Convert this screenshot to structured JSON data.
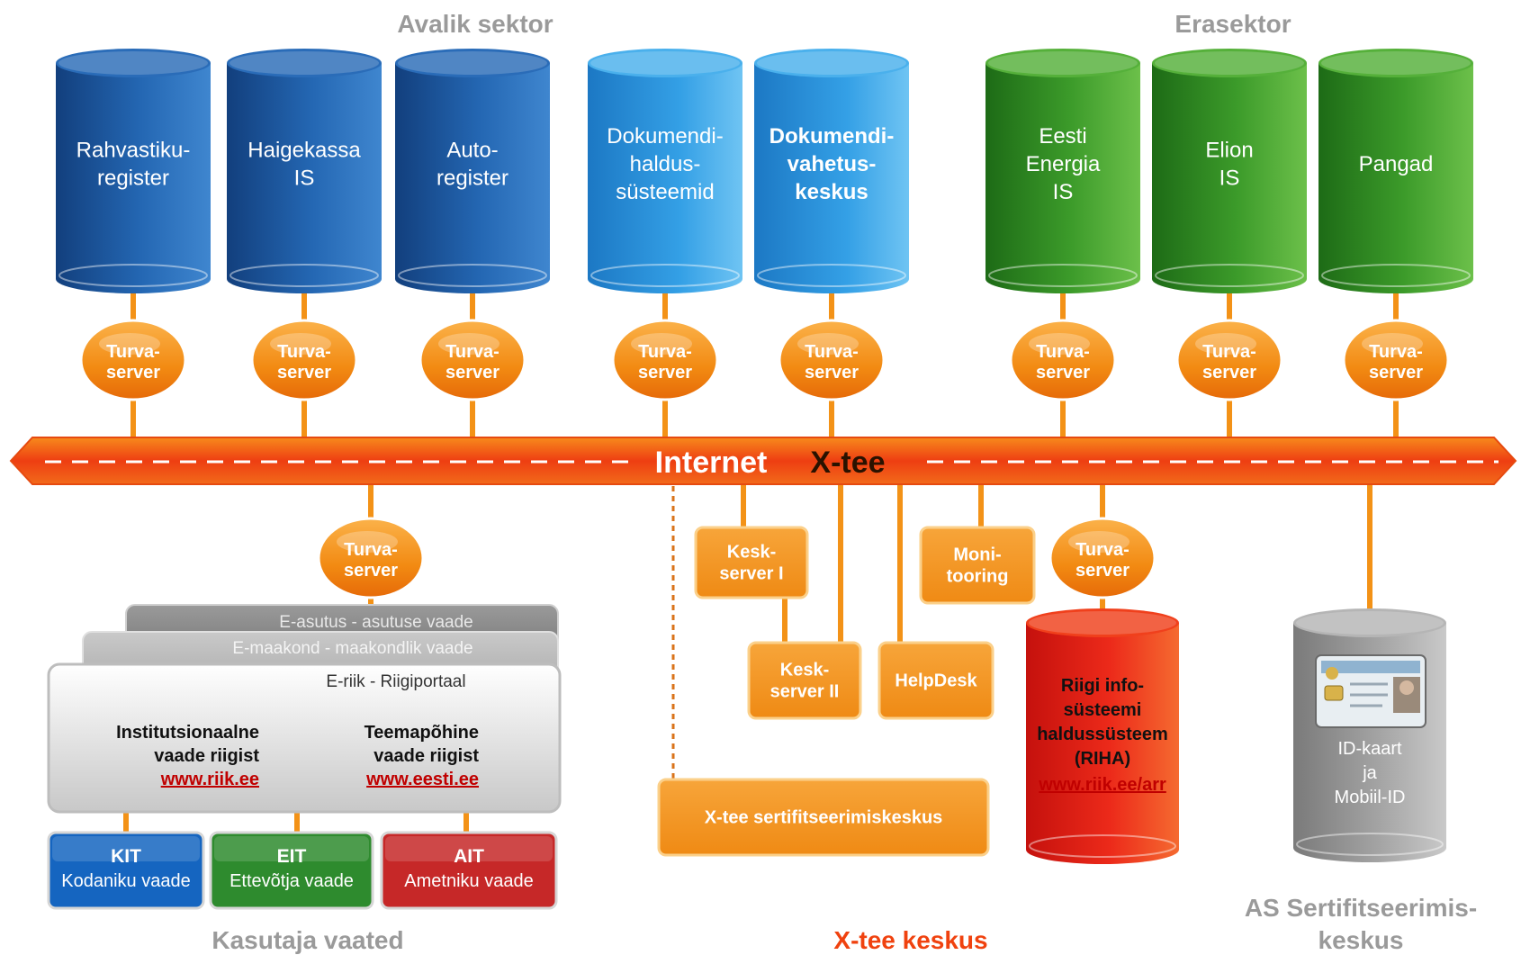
{
  "sections": {
    "public": "Avalik sektor",
    "private": "Erasektor",
    "user_views": "Kasutaja vaated",
    "xtee_center": "X-tee keskus",
    "cert_center": [
      "AS Sertifitseerimis-",
      "keskus"
    ]
  },
  "databases": [
    {
      "lines": [
        "Rahvastiku-",
        "register"
      ],
      "group": "public"
    },
    {
      "lines": [
        "Haigekassa",
        "IS"
      ],
      "group": "public"
    },
    {
      "lines": [
        "Auto-",
        "register"
      ],
      "group": "public"
    },
    {
      "lines": [
        "Dokumendi-",
        "haldus-",
        "süsteemid"
      ],
      "group": "document"
    },
    {
      "lines": [
        "Dokumendi-",
        "vahetus-",
        "keskus"
      ],
      "group": "document"
    },
    {
      "lines": [
        "Eesti",
        "Energia",
        "IS"
      ],
      "group": "private"
    },
    {
      "lines": [
        "Elion",
        "IS"
      ],
      "group": "private"
    },
    {
      "lines": [
        "Pangad"
      ],
      "group": "private"
    }
  ],
  "security_server": [
    "Turva-",
    "server"
  ],
  "bus": {
    "left": "Internet",
    "right": "X-tee"
  },
  "portal_layers": [
    "E-asutus - asutuse vaade",
    "E-maakond - maakondlik vaade",
    "E-riik - Riigiportaal"
  ],
  "portal_views": [
    {
      "lines": [
        "Institutsionaalne",
        "vaade riigist"
      ],
      "link": "www.riik.ee"
    },
    {
      "lines": [
        "Teemapõhine",
        "vaade riigist"
      ],
      "link": "www.eesti.ee"
    }
  ],
  "user_view_boxes": [
    {
      "code": "KIT",
      "label": "Kodaniku vaade",
      "color": "#1565c0"
    },
    {
      "code": "EIT",
      "label": "Ettevõtja vaade",
      "color": "#2e8b2e"
    },
    {
      "code": "AIT",
      "label": "Ametniku vaade",
      "color": "#c62828"
    }
  ],
  "xtee_boxes": {
    "keskserver1": [
      "Kesk-",
      "server I"
    ],
    "keskserver2": [
      "Kesk-",
      "server II"
    ],
    "helpdesk": [
      "HelpDesk"
    ],
    "monitoring": [
      "Moni-",
      "tooring"
    ],
    "cert": [
      "X-tee sertifitseerimiskeskus"
    ]
  },
  "riha": {
    "lines": [
      "Riigi info-",
      "süsteemi",
      "haldussüsteem",
      "(RIHA)"
    ],
    "link": "www.riik.ee/arr"
  },
  "id_card": [
    "ID-kaart",
    "ja",
    "Mobiil-ID"
  ],
  "colors": {
    "public_blue": "#1f5fa8",
    "document_blue": "#2a93d8",
    "private_green": "#3a9a2a",
    "orange": "#f39217",
    "bus_red": "#ee3a12",
    "riha_red": "#e51c16",
    "grey": "#9a9a9a",
    "link_red": "#c00000"
  }
}
